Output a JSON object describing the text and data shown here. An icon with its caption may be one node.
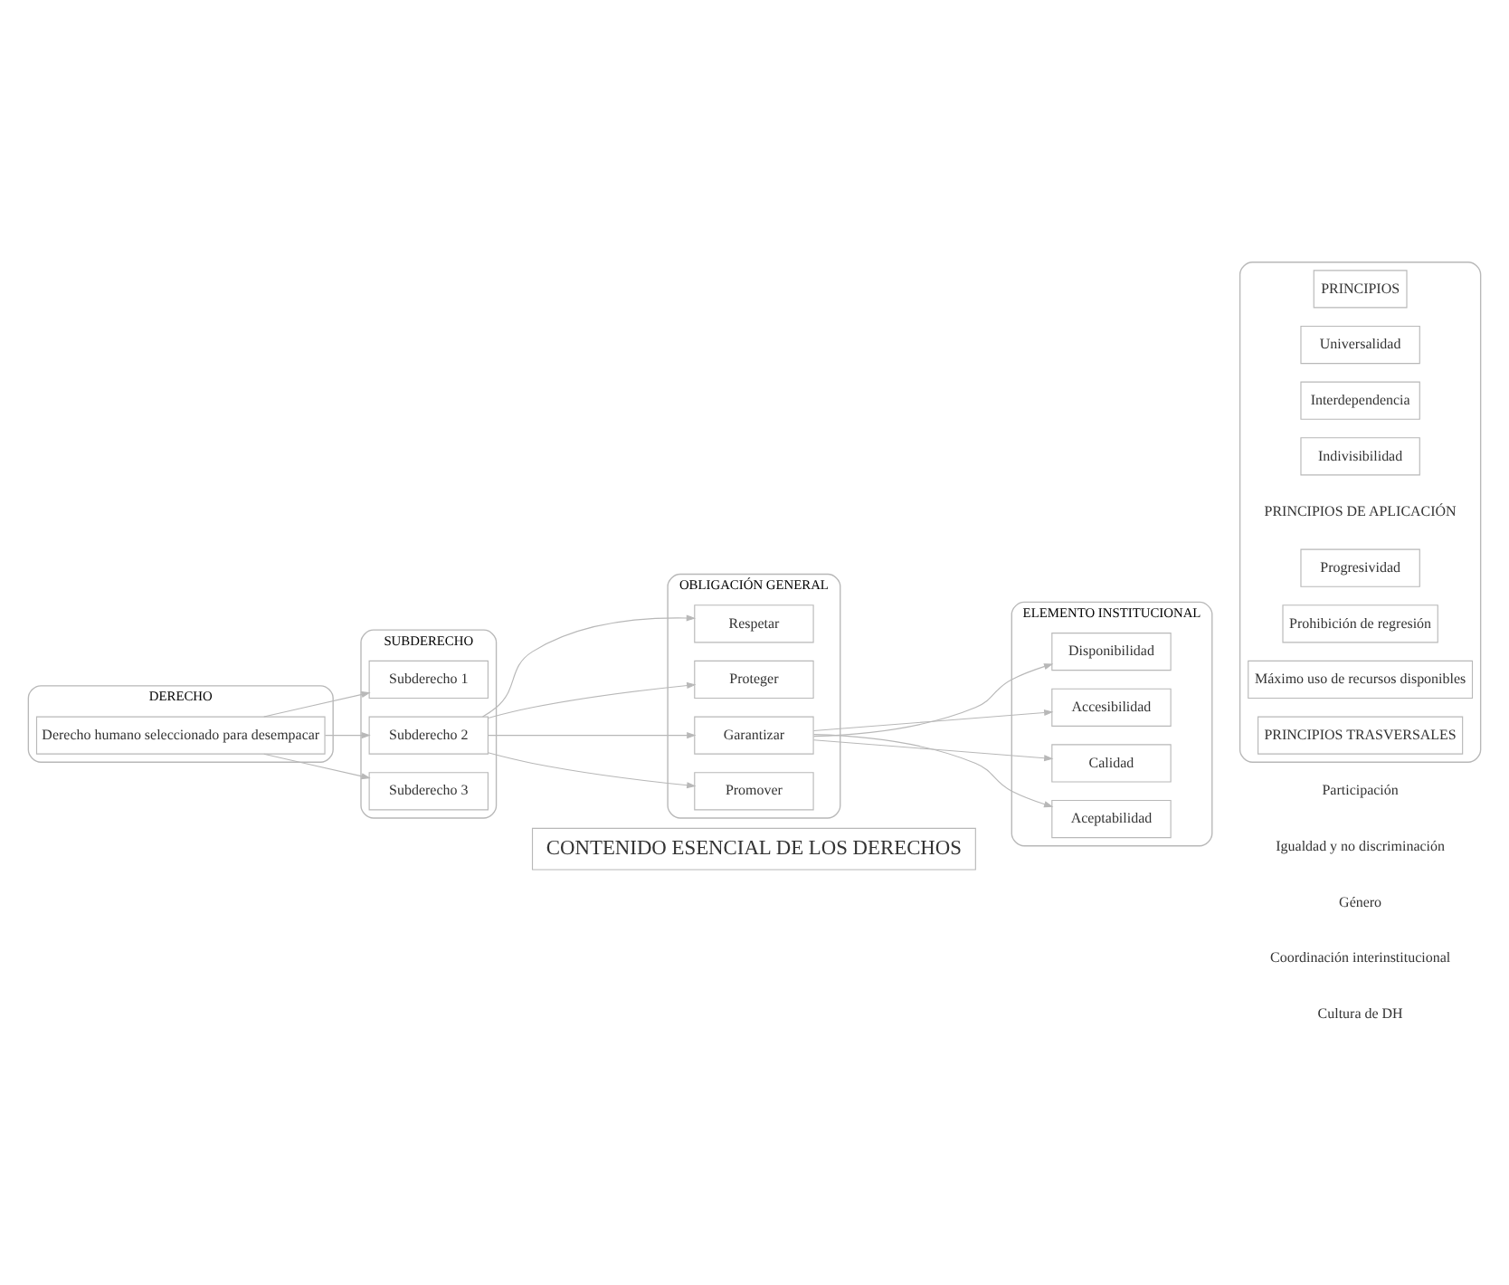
{
  "diagram": {
    "nodes": [
      {
        "text": [
          "DERECHO"
        ]
      },
      {
        "text": [
          "Derecho humano seleccionado para desempacar"
        ],
        "in": 0
      },
      {
        "text": [
          "SUBDERECHO"
        ]
      },
      {
        "text": [
          "Subderecho 1"
        ],
        "in": 2
      },
      {
        "text": [
          "Subderecho 2"
        ],
        "in": 2
      },
      {
        "text": [
          "Subderecho 3"
        ],
        "in": 2
      },
      {
        "text": [
          "OBLIGACIÓN GENERAL"
        ]
      },
      {
        "text": [
          "Respetar"
        ],
        "in": 6
      },
      {
        "text": [
          "Proteger"
        ],
        "in": 6
      },
      {
        "text": [
          "Garantizar"
        ],
        "in": 6
      },
      {
        "text": [
          "Promover"
        ],
        "in": 6
      },
      {
        "text": [
          "ELEMENTO INSTITUCIONAL"
        ]
      },
      {
        "text": [
          "Disponibilidad"
        ],
        "in": 11
      },
      {
        "text": [
          "Accesibilidad"
        ],
        "in": 11
      },
      {
        "text": [
          "Calidad"
        ],
        "in": 11
      },
      {
        "text": [
          "Aceptabilidad"
        ],
        "in": 11
      },
      {
        "text": [
          "CONTENIDO ESENCIAL DE LOS DERECHOS"
        ]
      },
      {
        "text": [],
        "shape": "box"
      },
      {
        "text": [
          "PRINCIPIOS"
        ],
        "in": 17
      },
      {
        "text": [
          "Universalidad"
        ],
        "in": 17
      },
      {
        "text": [
          "Interdependencia"
        ],
        "in": 17
      },
      {
        "text": [
          "Indivisibilidad"
        ],
        "in": 17
      },
      {
        "text": [
          "PRINCIPIOS DE APLICACIÓN"
        ],
        "in": 17
      },
      {
        "text": [
          "Progresividad"
        ],
        "in": 17
      },
      {
        "text": [
          "Prohibición de regresión"
        ],
        "in": 17
      },
      {
        "text": [
          "Máximo uso de recursos disponibles"
        ],
        "in": 17
      },
      {
        "text": [
          "PRINCIPIOS TRASVERSALES"
        ],
        "in": 17
      }
    ],
    "edges": [
      {
        "from": 1,
        "to": 3,
        "arrow": "to"
      },
      {
        "from": 1,
        "to": 4,
        "arrow": "to"
      },
      {
        "from": 1,
        "to": 5,
        "arrow": "to"
      },
      {
        "from": 4,
        "to": 7,
        "arrow": "to"
      },
      {
        "from": 4,
        "to": 8,
        "arrow": "to"
      },
      {
        "from": 4,
        "to": 9,
        "arrow": "to"
      },
      {
        "from": 4,
        "to": 10,
        "arrow": "to"
      },
      {
        "from": 9,
        "to": 12,
        "arrow": "to"
      },
      {
        "from": 9,
        "to": 13,
        "arrow": "to"
      },
      {
        "from": 9,
        "to": 14,
        "arrow": "to"
      },
      {
        "from": 9,
        "to": 15,
        "arrow": "to"
      }
    ],
    "labels": [
      "Participación",
      "Igualdad y no discriminación",
      "Género",
      "Coordinación interinstitucional",
      "Cultura de DH"
    ]
  }
}
